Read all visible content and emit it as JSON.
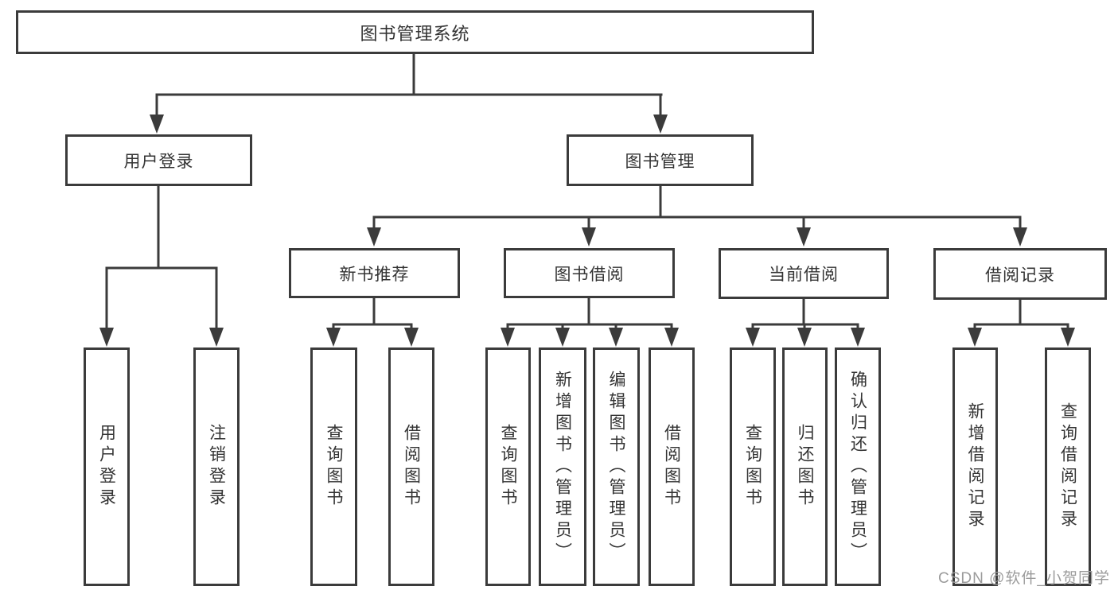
{
  "diagram_type": "hierarchy-flowchart",
  "colors": {
    "line": "#3b3b3b",
    "box_border": "#3b3b3b",
    "text": "#333333",
    "watermark": "#9b9b9b",
    "background": "#ffffff"
  },
  "tree": {
    "label": "图书管理系统",
    "children": [
      {
        "label": "用户登录",
        "children": [
          {
            "label": "用户登录"
          },
          {
            "label": "注销登录"
          }
        ]
      },
      {
        "label": "图书管理",
        "children": [
          {
            "label": "新书推荐",
            "children": [
              {
                "label": "查询图书"
              },
              {
                "label": "借阅图书"
              }
            ]
          },
          {
            "label": "图书借阅",
            "children": [
              {
                "label": "查询图书"
              },
              {
                "label": "新增图书（管理员）"
              },
              {
                "label": "编辑图书（管理员）"
              },
              {
                "label": "借阅图书"
              }
            ]
          },
          {
            "label": "当前借阅",
            "children": [
              {
                "label": "查询图书"
              },
              {
                "label": "归还图书"
              },
              {
                "label": "确认归还（管理员）"
              }
            ]
          },
          {
            "label": "借阅记录",
            "children": [
              {
                "label": "新增借阅记录"
              },
              {
                "label": "查询借阅记录"
              }
            ]
          }
        ]
      }
    ]
  },
  "watermark": {
    "text": "CSDN @软件_小贺同学"
  }
}
